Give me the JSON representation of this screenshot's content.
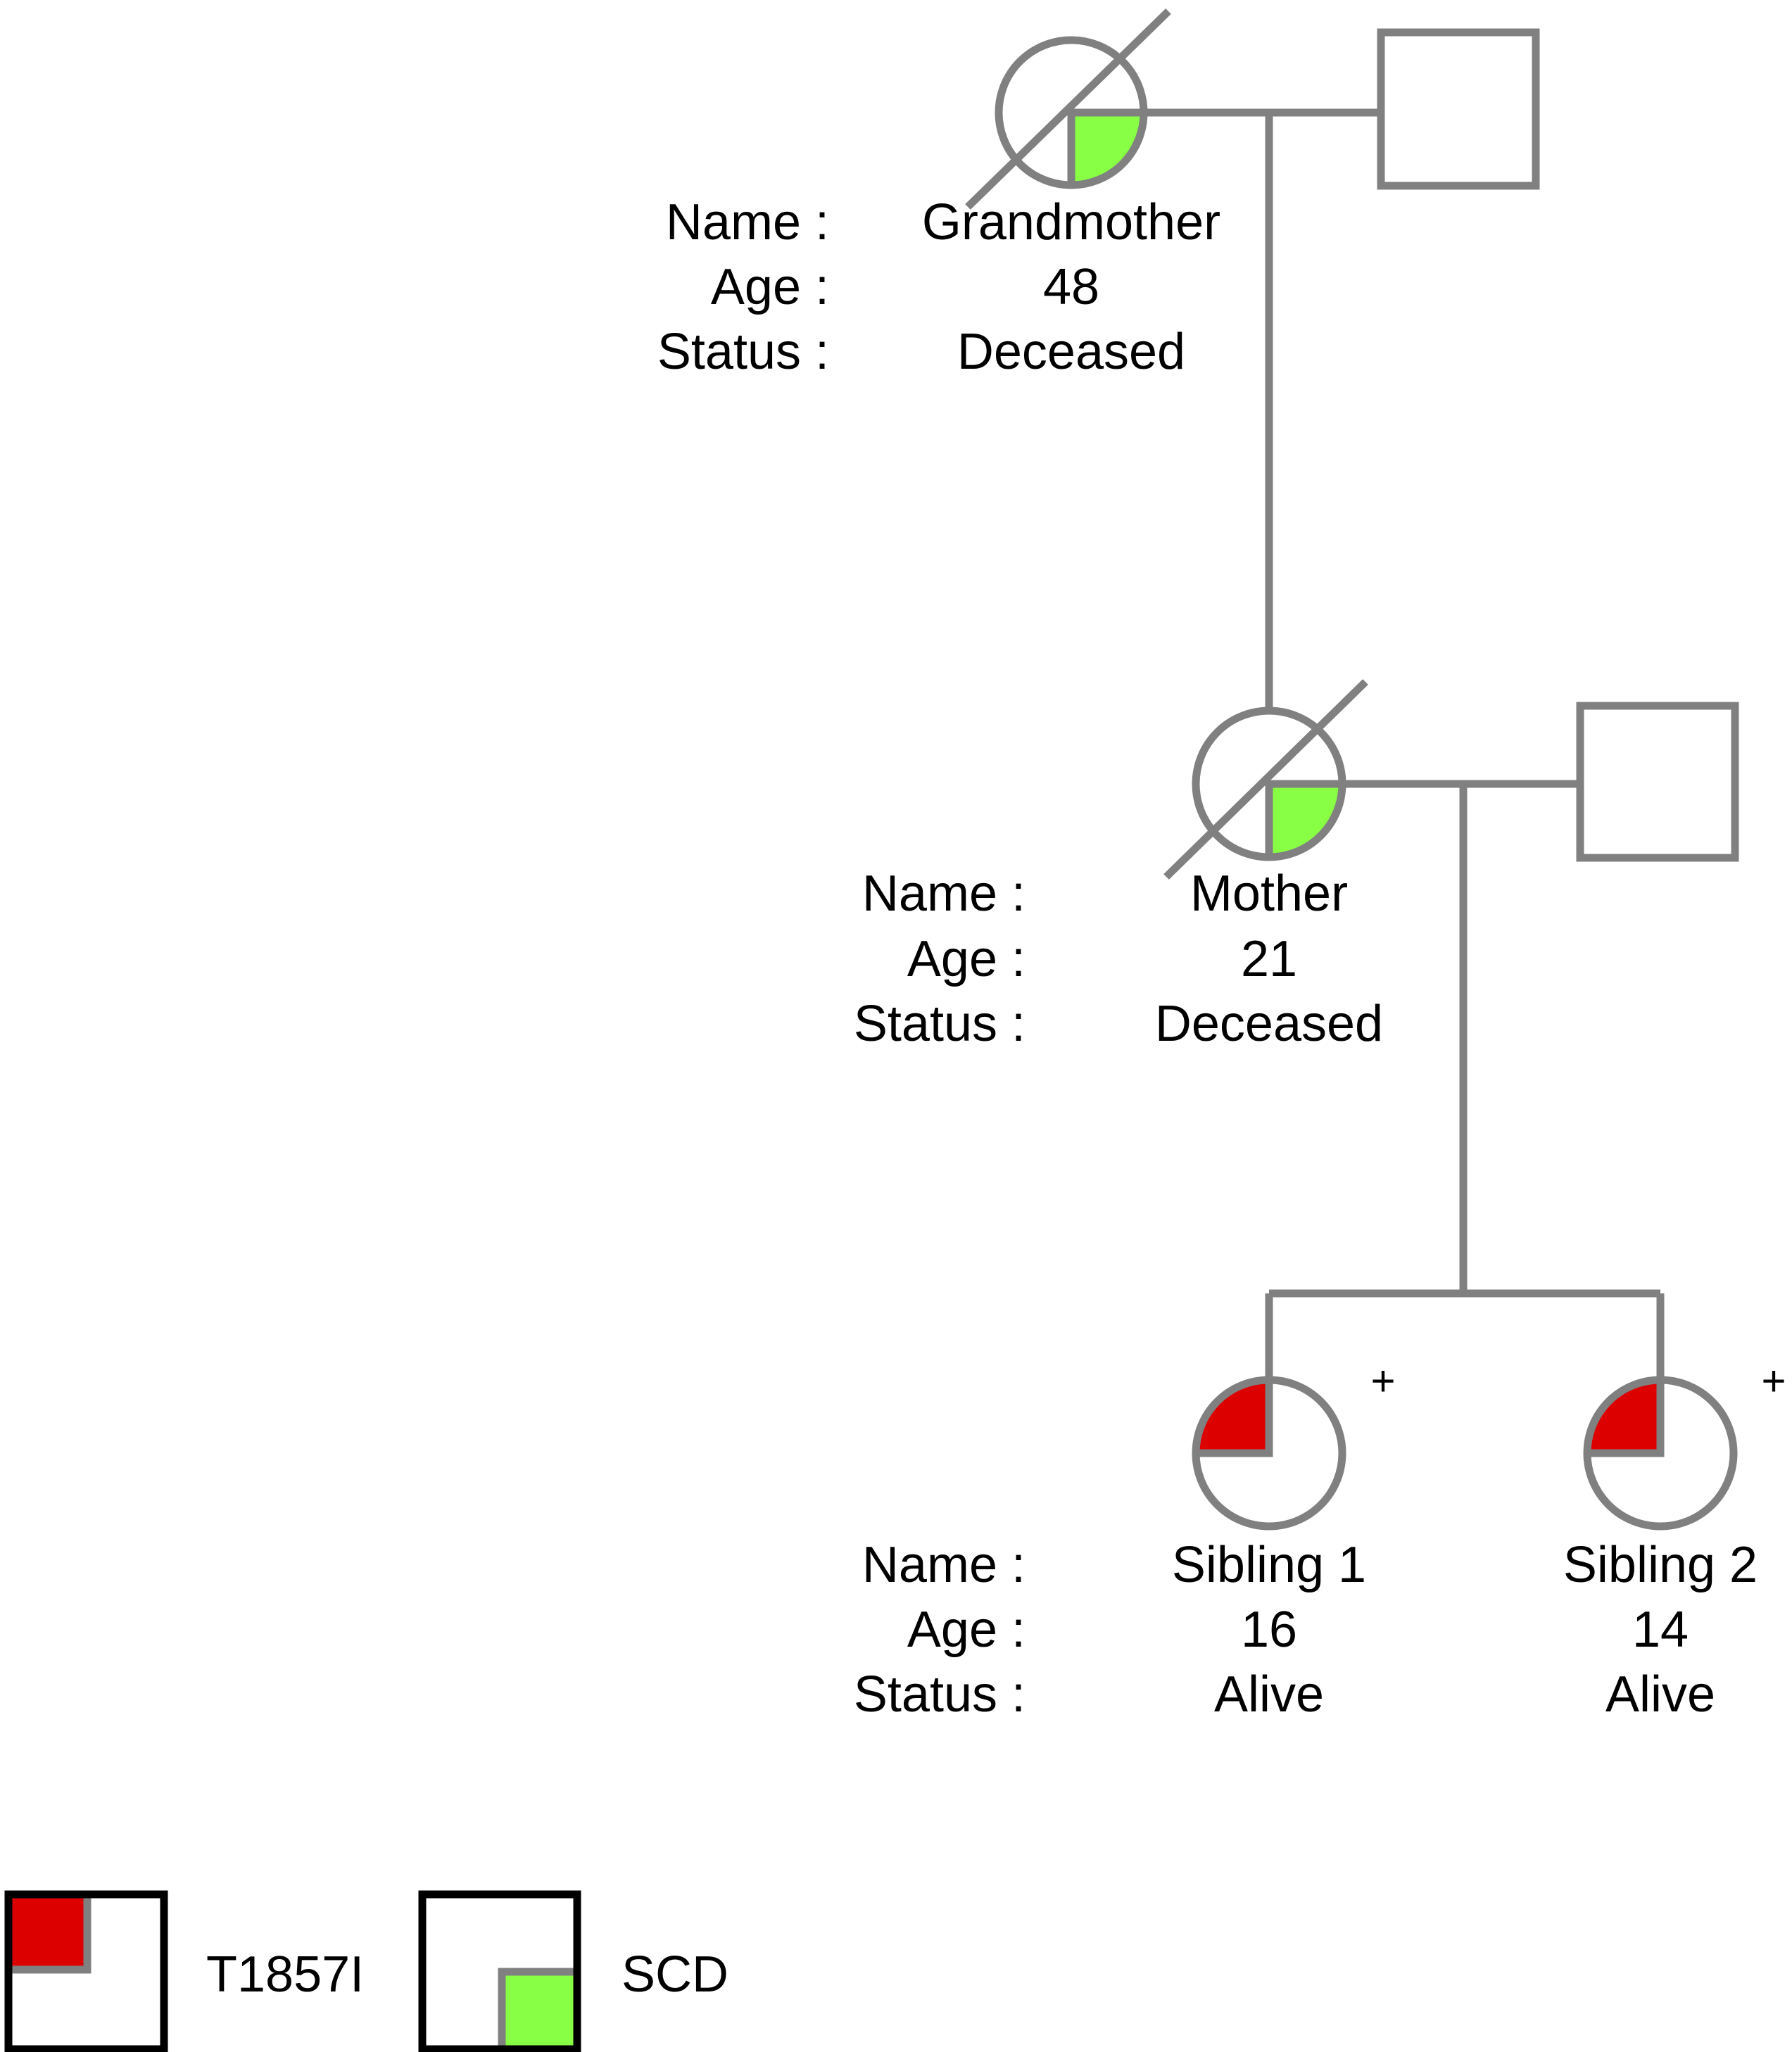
{
  "info_labels": {
    "name": "Name :",
    "age": "Age :",
    "status": "Status :"
  },
  "individuals": [
    {
      "id": "grandmother",
      "sex": "female",
      "deceased": true,
      "name": "Grandmother",
      "age": "48",
      "status": "Deceased",
      "markers": [
        "SCD"
      ],
      "plus": ""
    },
    {
      "id": "grandfather",
      "sex": "male",
      "deceased": false,
      "markers": [],
      "plus": ""
    },
    {
      "id": "mother",
      "sex": "female",
      "deceased": true,
      "name": "Mother",
      "age": "21",
      "status": "Deceased",
      "markers": [
        "SCD"
      ],
      "plus": ""
    },
    {
      "id": "father",
      "sex": "male",
      "deceased": false,
      "markers": [],
      "plus": ""
    },
    {
      "id": "sibling-1",
      "sex": "female",
      "deceased": false,
      "name": "Sibling 1",
      "age": "16",
      "status": "Alive",
      "markers": [
        "T1857I"
      ],
      "plus": "+"
    },
    {
      "id": "sibling-2",
      "sex": "female",
      "deceased": false,
      "name": "Sibling 2",
      "age": "14",
      "status": "Alive",
      "markers": [
        "T1857I"
      ],
      "plus": "+"
    }
  ],
  "legend": [
    {
      "label": "T1857I",
      "quadrant": "top-left",
      "color": "#dd0000"
    },
    {
      "label": "SCD",
      "quadrant": "bottom-right",
      "color": "#88ff44"
    }
  ],
  "colors": {
    "line": "#808080",
    "t1857i": "#dd0000",
    "scd": "#88ff44",
    "legend_border": "#000000"
  }
}
